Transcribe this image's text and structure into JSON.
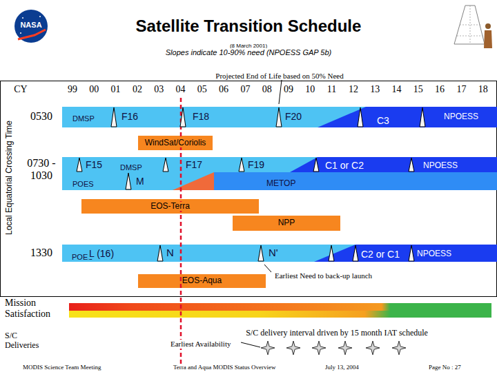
{
  "diagram": {
    "title": "Satellite Transition Schedule",
    "nodes": [
      {
        "text": [
          "DMSP",
          "F16",
          "F18",
          "F20"
        ]
      },
      {
        "text": [
          "C3",
          "NPOESS"
        ]
      },
      {
        "text": [
          "WindSat/Coriolis"
        ]
      },
      {
        "text": [
          "F15",
          "DMSP",
          "F17",
          "F19"
        ]
      },
      {
        "text": [
          "C1 or C2",
          "NPOESS"
        ]
      },
      {
        "text": [
          "POES",
          "M"
        ]
      },
      {
        "text": [
          "METOP"
        ]
      },
      {
        "text": [
          "EOS-Terra"
        ]
      },
      {
        "text": [
          "NPP"
        ]
      },
      {
        "text": [
          "POES",
          "L (16)",
          "N",
          "N'"
        ]
      },
      {
        "text": [
          "C2 or C1",
          "NPOESS"
        ]
      },
      {
        "text": [
          "EOS-Aqua"
        ]
      }
    ],
    "labels": [
      "NASA",
      "(8 March 2001)",
      "Slopes indicate 10-90% need (NPOESS GAP 5b)",
      "Projected End of Life based on 50% Need",
      "CY",
      "99",
      "00",
      "01",
      "02",
      "03",
      "04",
      "05",
      "06",
      "07",
      "08",
      "09",
      "10",
      "11",
      "12",
      "13",
      "14",
      "15",
      "16",
      "17",
      "18",
      "Local Equatorial Crossing Time",
      "0530",
      "0730 - 1030",
      "1330",
      "Earliest Need to back-up launch",
      "Mission Satisfaction",
      "S/C Deliveries",
      "S/C delivery interval driven by 15 month IAT schedule",
      "Earliest Availability",
      "MODIS Science Team Meeting",
      "Terra and Aqua MODIS Status Overview",
      "July 13, 2004",
      "Page No : 27"
    ]
  }
}
